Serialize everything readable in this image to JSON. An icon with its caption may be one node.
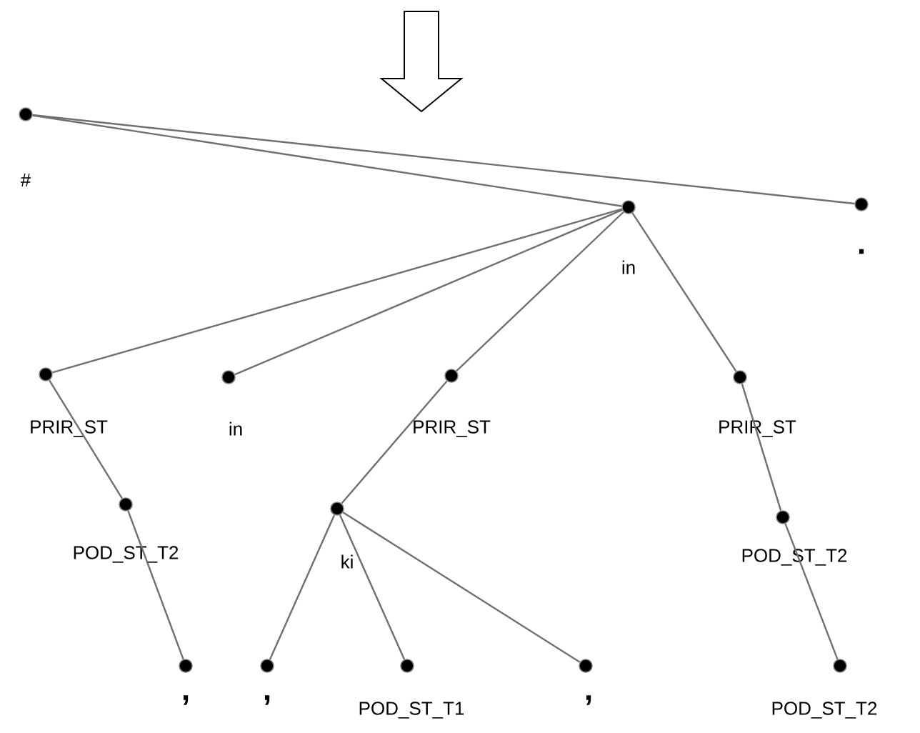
{
  "diagram": {
    "nodes": [
      {
        "text": [
          "#"
        ]
      },
      {
        "text": [
          "in"
        ]
      },
      {
        "text": [
          "."
        ]
      },
      {
        "text": [
          "PRIR_ST"
        ]
      },
      {
        "text": [
          "in"
        ]
      },
      {
        "text": [
          "PRIR_ST"
        ]
      },
      {
        "text": [
          "PRIR_ST"
        ]
      },
      {
        "text": [
          "POD_ST_T2"
        ]
      },
      {
        "text": [
          "ki"
        ]
      },
      {
        "text": [
          "POD_ST_T2"
        ]
      },
      {
        "text": [
          ","
        ]
      },
      {
        "text": [
          ","
        ]
      },
      {
        "text": [
          "POD_ST_T1"
        ]
      },
      {
        "text": [
          ","
        ]
      },
      {
        "text": [
          "POD_ST_T2"
        ]
      }
    ],
    "edges": [
      {
        "from": 0,
        "to": 1,
        "arrow": "none"
      },
      {
        "from": 0,
        "to": 2,
        "arrow": "none"
      },
      {
        "from": 1,
        "to": 3,
        "arrow": "none"
      },
      {
        "from": 1,
        "to": 4,
        "arrow": "none"
      },
      {
        "from": 1,
        "to": 5,
        "arrow": "none"
      },
      {
        "from": 1,
        "to": 6,
        "arrow": "none"
      },
      {
        "from": 3,
        "to": 7,
        "arrow": "none"
      },
      {
        "from": 7,
        "to": 10,
        "arrow": "none"
      },
      {
        "from": 5,
        "to": 8,
        "arrow": "none"
      },
      {
        "from": 8,
        "to": 11,
        "arrow": "none"
      },
      {
        "from": 8,
        "to": 12,
        "arrow": "none"
      },
      {
        "from": 8,
        "to": 13,
        "arrow": "none"
      },
      {
        "from": 6,
        "to": 9,
        "arrow": "none"
      },
      {
        "from": 9,
        "to": 14,
        "arrow": "none"
      }
    ]
  }
}
